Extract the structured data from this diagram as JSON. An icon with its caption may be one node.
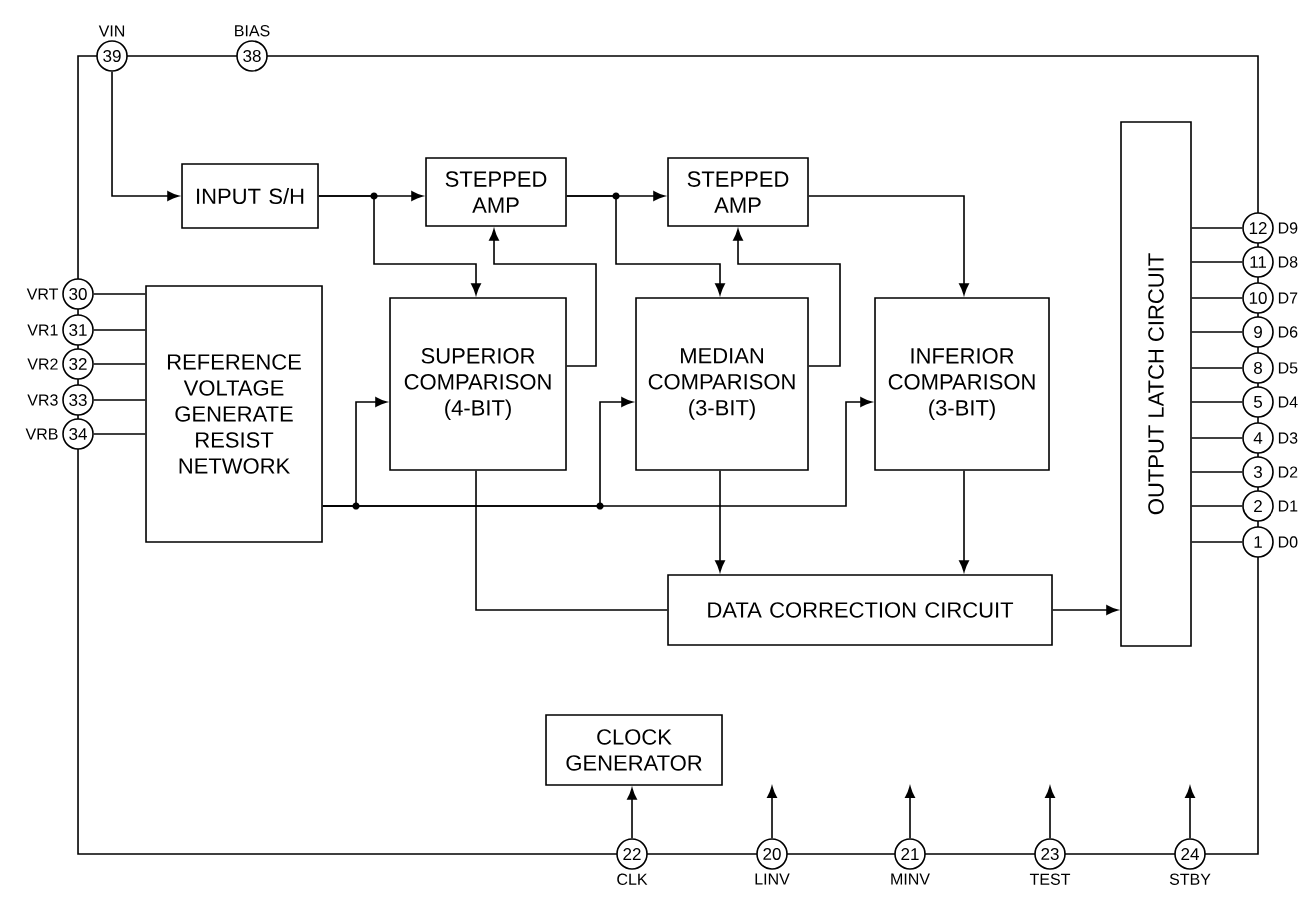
{
  "diagram": {
    "nodes": [
      {
        "text": [
          "39"
        ],
        "beside": [
          "VIN"
        ]
      },
      {
        "text": [
          "38"
        ],
        "beside": [
          "BIAS"
        ]
      },
      {
        "text": [
          "INPUT S/H"
        ]
      },
      {
        "text": [
          "STEPPED AMP"
        ]
      },
      {
        "text": [
          "STEPPED AMP"
        ]
      },
      {
        "text": [
          "REFERENCE VOLTAGE GENERATE RESIST NETWORK"
        ]
      },
      {
        "text": [
          "SUPERIOR COMPARISON (4-BIT)"
        ]
      },
      {
        "text": [
          "MEDIAN COMPARISON (3-BIT)"
        ]
      },
      {
        "text": [
          "INFERIOR COMPARISON (3-BIT)"
        ]
      },
      {
        "text": [
          "OUTPUT LATCH CIRCUIT"
        ]
      },
      {
        "text": [
          "DATA CORRECTION CIRCUIT"
        ]
      },
      {
        "text": [
          "CLOCK GENERATOR"
        ]
      },
      {
        "text": [
          "30"
        ],
        "beside": [
          "VRT"
        ]
      },
      {
        "text": [
          "31"
        ],
        "beside": [
          "VR1"
        ]
      },
      {
        "text": [
          "32"
        ],
        "beside": [
          "VR2"
        ]
      },
      {
        "text": [
          "33"
        ],
        "beside": [
          "VR3"
        ]
      },
      {
        "text": [
          "34"
        ],
        "beside": [
          "VRB"
        ]
      },
      {
        "text": [
          "12"
        ],
        "beside": [
          "D9"
        ]
      },
      {
        "text": [
          "11"
        ],
        "beside": [
          "D8"
        ]
      },
      {
        "text": [
          "10"
        ],
        "beside": [
          "D7"
        ]
      },
      {
        "text": [
          "9"
        ],
        "beside": [
          "D6"
        ]
      },
      {
        "text": [
          "8"
        ],
        "beside": [
          "D5"
        ]
      },
      {
        "text": [
          "5"
        ],
        "beside": [
          "D4"
        ]
      },
      {
        "text": [
          "4"
        ],
        "beside": [
          "D3"
        ]
      },
      {
        "text": [
          "3"
        ],
        "beside": [
          "D2"
        ]
      },
      {
        "text": [
          "2"
        ],
        "beside": [
          "D1"
        ]
      },
      {
        "text": [
          "1"
        ],
        "beside": [
          "D0"
        ]
      },
      {
        "text": [
          "22"
        ],
        "beside": [
          "CLK"
        ]
      },
      {
        "text": [
          "20"
        ],
        "beside": [
          "LINV"
        ]
      },
      {
        "text": [
          "21"
        ],
        "beside": [
          "MINV"
        ]
      },
      {
        "text": [
          "23"
        ],
        "beside": [
          "TEST"
        ]
      },
      {
        "text": [
          "24"
        ],
        "beside": [
          "STBY"
        ]
      }
    ],
    "edges": [
      {
        "from": 0,
        "to": 2,
        "arrow": "to"
      },
      {
        "from": 2,
        "to": 3,
        "arrow": "to"
      },
      {
        "from": 2,
        "to": 6,
        "arrow": "to"
      },
      {
        "from": 6,
        "to": 3,
        "arrow": "to"
      },
      {
        "from": 3,
        "to": 4,
        "arrow": "to"
      },
      {
        "from": 3,
        "to": 7,
        "arrow": "to"
      },
      {
        "from": 7,
        "to": 4,
        "arrow": "to"
      },
      {
        "from": 4,
        "to": 8,
        "arrow": "to"
      },
      {
        "from": 5,
        "to": 6,
        "arrow": "to"
      },
      {
        "from": 5,
        "to": 7,
        "arrow": "to"
      },
      {
        "from": 5,
        "to": 8,
        "arrow": "to"
      },
      {
        "from": 6,
        "to": 10,
        "arrow": "none"
      },
      {
        "from": 7,
        "to": 10,
        "arrow": "to"
      },
      {
        "from": 8,
        "to": 10,
        "arrow": "to"
      },
      {
        "from": 10,
        "to": 9,
        "arrow": "to"
      },
      {
        "from": 9,
        "to": 17,
        "arrow": "none"
      },
      {
        "from": 9,
        "to": 18,
        "arrow": "none"
      },
      {
        "from": 9,
        "to": 19,
        "arrow": "none"
      },
      {
        "from": 9,
        "to": 20,
        "arrow": "none"
      },
      {
        "from": 9,
        "to": 21,
        "arrow": "none"
      },
      {
        "from": 9,
        "to": 22,
        "arrow": "none"
      },
      {
        "from": 9,
        "to": 23,
        "arrow": "none"
      },
      {
        "from": 9,
        "to": 24,
        "arrow": "none"
      },
      {
        "from": 9,
        "to": 25,
        "arrow": "none"
      },
      {
        "from": 9,
        "to": 26,
        "arrow": "none"
      },
      {
        "from": 12,
        "to": 5,
        "arrow": "none"
      },
      {
        "from": 13,
        "to": 5,
        "arrow": "none"
      },
      {
        "from": 14,
        "to": 5,
        "arrow": "none"
      },
      {
        "from": 15,
        "to": 5,
        "arrow": "none"
      },
      {
        "from": 16,
        "to": 5,
        "arrow": "none"
      },
      {
        "from": 27,
        "to": 11,
        "arrow": "to"
      },
      {
        "from": 28,
        "to": null,
        "arrow": "to"
      },
      {
        "from": 29,
        "to": null,
        "arrow": "to"
      },
      {
        "from": 30,
        "to": null,
        "arrow": "to"
      },
      {
        "from": 31,
        "to": null,
        "arrow": "to"
      }
    ]
  }
}
